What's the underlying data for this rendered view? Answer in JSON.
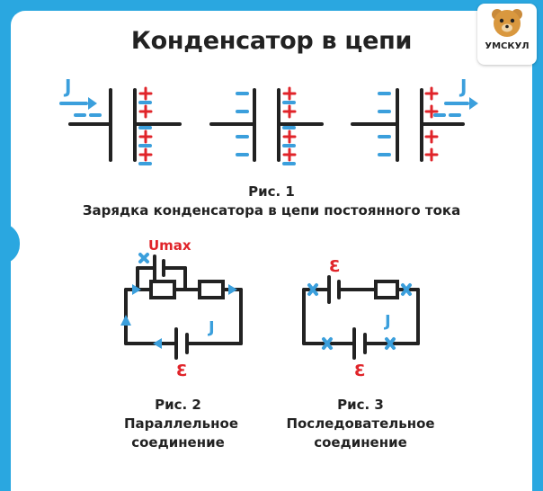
{
  "title": "Конденсатор в цепи",
  "logo": {
    "text": "УМСКУЛ"
  },
  "fig1": {
    "label": "Рис. 1",
    "desc": "Зарядка конденсатора в цепи постоянного тока"
  },
  "fig2": {
    "label": "Рис. 2",
    "desc": "Параллельное соединение"
  },
  "fig3": {
    "label": "Рис. 3",
    "desc": "Последовательное соединение"
  },
  "symbols": {
    "current": "J",
    "emf": "Ɛ",
    "umax": "Umax"
  },
  "colors": {
    "background": "#2aa7e0",
    "positive": "#e0242a",
    "negative": "#3b9fdc"
  }
}
